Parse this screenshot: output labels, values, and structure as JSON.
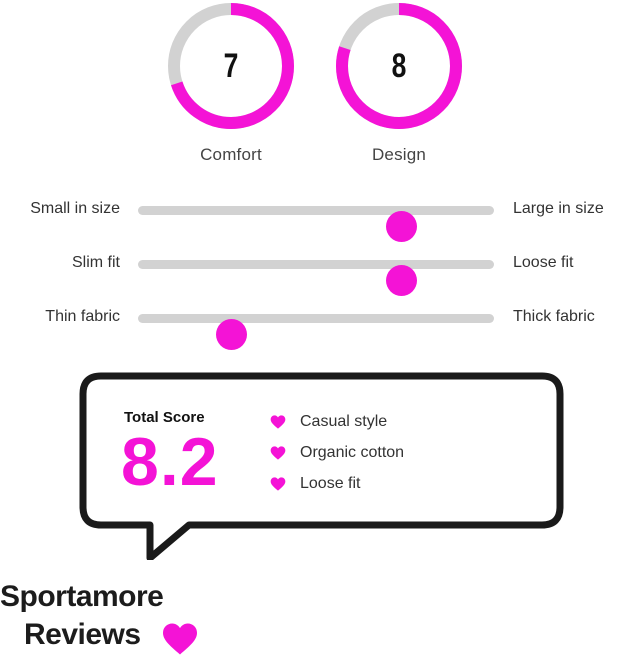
{
  "gauges": [
    {
      "score": "7",
      "label": "Comfort",
      "value": 7,
      "max": 10
    },
    {
      "score": "8",
      "label": "Design",
      "value": 8,
      "max": 10
    }
  ],
  "sliders": [
    {
      "left_label": "Small in size",
      "right_label": "Large in size",
      "position": 0.74
    },
    {
      "left_label": "Slim fit",
      "right_label": "Loose fit",
      "position": 0.74
    },
    {
      "left_label": "Thin fabric",
      "right_label": "Thick fabric",
      "position": 0.26
    }
  ],
  "summary": {
    "total_label": "Total Score",
    "total_value": "8.2",
    "pros": [
      "Casual style",
      "Organic cotton",
      "Loose fit"
    ]
  },
  "brand": {
    "line1": "Sportamore",
    "line2": "Reviews"
  },
  "colors": {
    "accent": "#f413d6",
    "track": "#d2d2d2",
    "text": "#222222"
  },
  "icons": {
    "pro_bullet": "heart-icon",
    "brand_mark": "heart-icon"
  }
}
